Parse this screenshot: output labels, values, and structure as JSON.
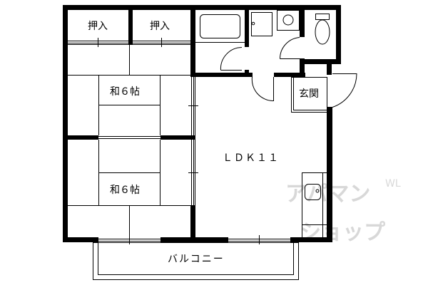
{
  "floor_plan": {
    "rooms": {
      "closet_left": "押入",
      "closet_right": "押入",
      "washitsu_upper": "和６帖",
      "washitsu_lower": "和６帖",
      "ldk": "ＬＤＫ１１",
      "genkan": "玄関",
      "balcony": "バルコニー"
    },
    "watermark": {
      "line1": "アパマン",
      "line2": "ショップ",
      "sup": "WL"
    },
    "colors": {
      "wall": "#000000",
      "watermark": "#d8d8d8"
    }
  }
}
